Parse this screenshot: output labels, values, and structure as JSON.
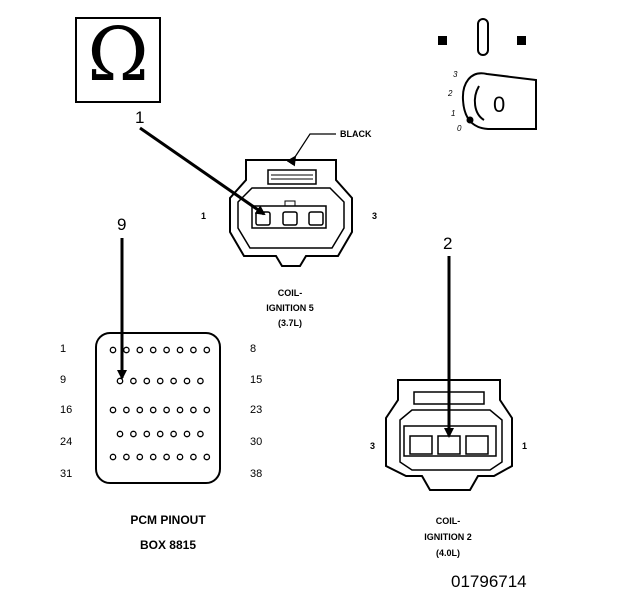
{
  "ohm_symbol": "Ω",
  "callouts": {
    "c1": "1",
    "c2": "2",
    "c9": "9"
  },
  "coil5": {
    "wire_label": "BLACK",
    "pin_left": "1",
    "pin_right": "3",
    "caption_line1": "COIL-",
    "caption_line2": "IGNITION 5",
    "caption_line3": "(3.7L)"
  },
  "coil2": {
    "pin_left": "3",
    "pin_right": "1",
    "caption_line1": "COIL-",
    "caption_line2": "IGNITION 2",
    "caption_line3": "(4.0L)"
  },
  "ignition_switch": {
    "positions": [
      "3",
      "2",
      "1",
      "0"
    ],
    "key_digit": "0"
  },
  "pcm": {
    "left_labels": [
      "1",
      "9",
      "16",
      "24",
      "31"
    ],
    "right_labels": [
      "8",
      "15",
      "23",
      "30",
      "38"
    ],
    "row_pin_counts": [
      8,
      7,
      8,
      7,
      8
    ],
    "caption_line1": "PCM PINOUT",
    "caption_line2": "BOX 8815"
  },
  "figure_number": "01796714"
}
